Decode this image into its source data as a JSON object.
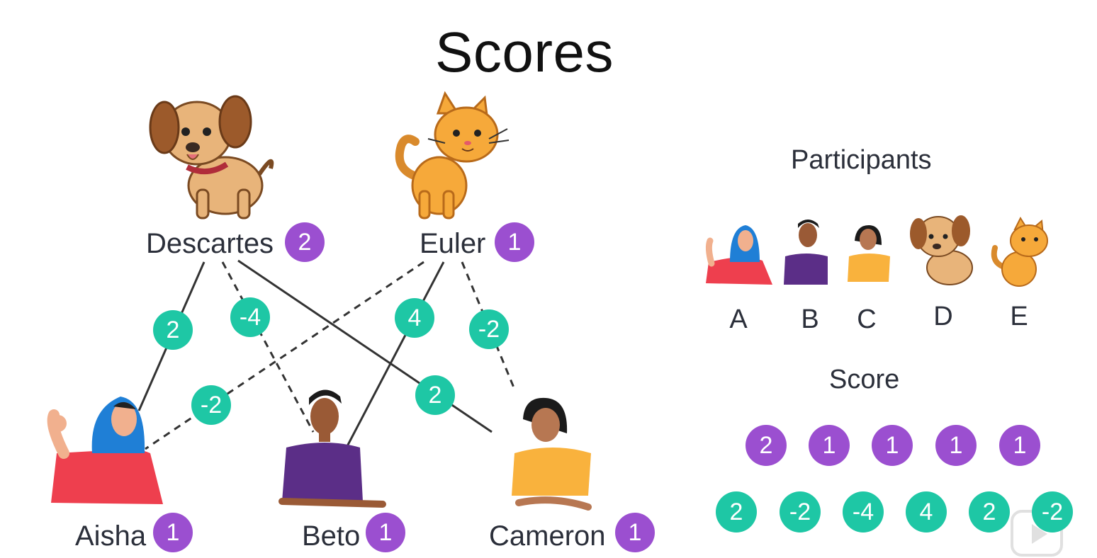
{
  "title": "Scores",
  "nodes": {
    "descartes": {
      "name": "Descartes",
      "score": "2"
    },
    "euler": {
      "name": "Euler",
      "score": "1"
    },
    "aisha": {
      "name": "Aisha",
      "score": "1"
    },
    "beto": {
      "name": "Beto",
      "score": "1"
    },
    "cameron": {
      "name": "Cameron",
      "score": "1"
    }
  },
  "edges": [
    {
      "from": "Descartes",
      "to": "Aisha",
      "weight": "2",
      "style": "solid"
    },
    {
      "from": "Descartes",
      "to": "Beto",
      "weight": "-4",
      "style": "dashed"
    },
    {
      "from": "Descartes",
      "to": "Cameron",
      "weight": "2",
      "style": "solid"
    },
    {
      "from": "Euler",
      "to": "Aisha",
      "weight": "-2",
      "style": "dashed"
    },
    {
      "from": "Euler",
      "to": "Beto",
      "weight": "4",
      "style": "solid"
    },
    {
      "from": "Euler",
      "to": "Cameron",
      "weight": "-2",
      "style": "dashed"
    }
  ],
  "panel": {
    "participants_heading": "Participants",
    "letters": [
      "A",
      "B",
      "C",
      "D",
      "E"
    ],
    "score_heading": "Score",
    "scores": [
      "2",
      "1",
      "1",
      "1",
      "1"
    ],
    "edge_scores": [
      "2",
      "-2",
      "-4",
      "4",
      "2",
      "-2"
    ]
  },
  "colors": {
    "score_badge": "#9b4fd0",
    "edge_badge": "#1ec7a5"
  }
}
